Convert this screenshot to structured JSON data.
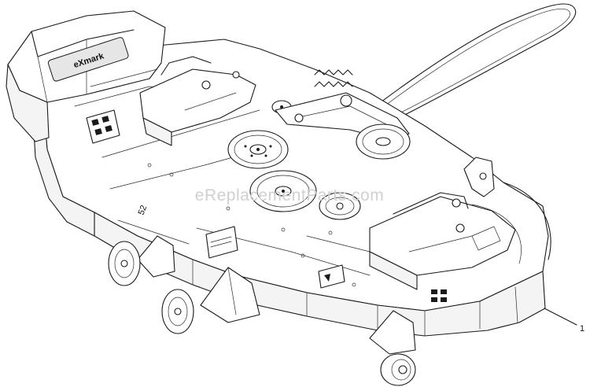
{
  "diagram": {
    "callouts": [
      {
        "number": "1",
        "part": "mower-deck-assembly"
      }
    ],
    "watermark": "eReplacementParts.com",
    "deck_emblem_text": "eXmark",
    "deck_size_text": "52"
  }
}
